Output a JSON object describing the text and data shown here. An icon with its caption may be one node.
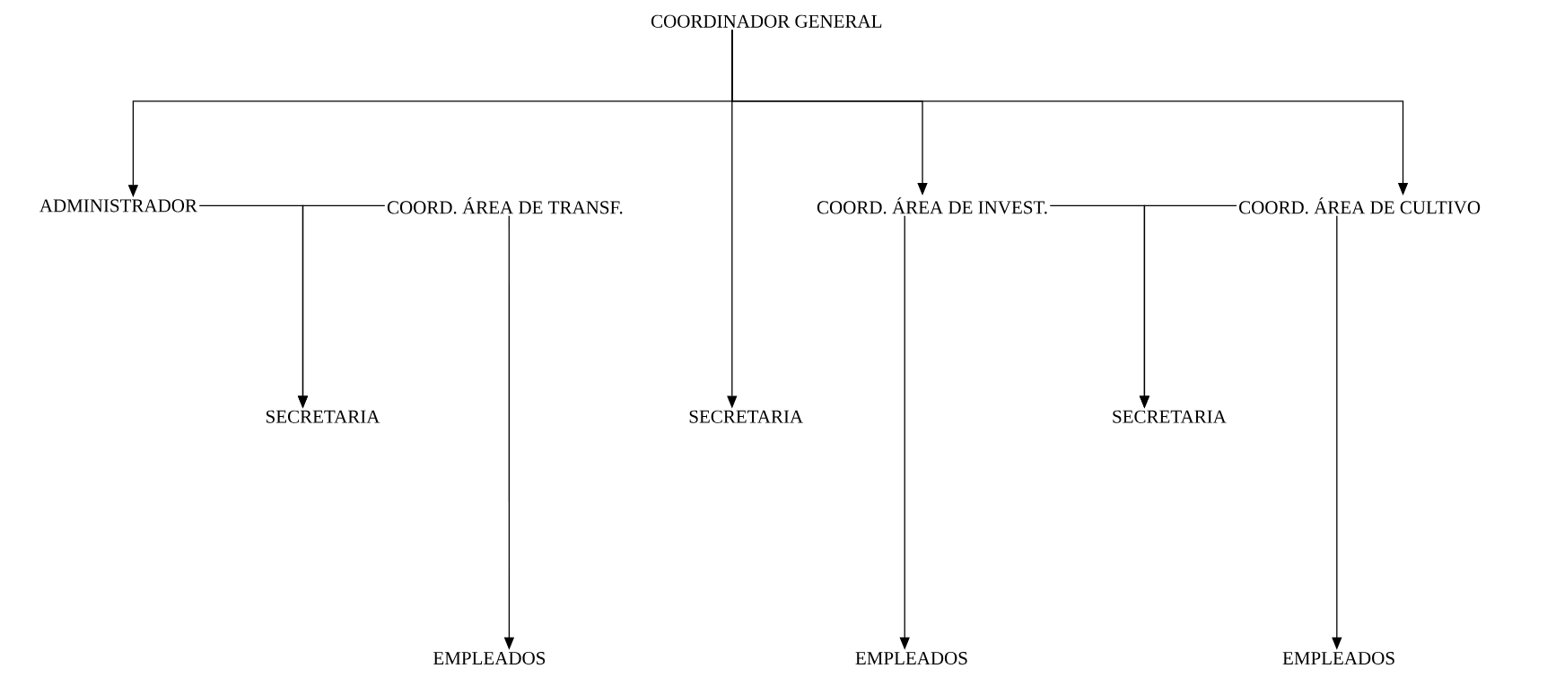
{
  "diagram": {
    "nodes": [
      {
        "text": [
          "COORDINADOR GENERAL"
        ]
      },
      {
        "text": [
          "ADMINISTRADOR"
        ]
      },
      {
        "text": [
          "COORD. ÁREA DE TRANSF."
        ]
      },
      {
        "text": [
          "COORD. ÁREA DE INVEST."
        ]
      },
      {
        "text": [
          "COORD. ÁREA DE CULTIVO"
        ]
      },
      {
        "text": [
          "SECRETARIA"
        ]
      },
      {
        "text": [
          "SECRETARIA"
        ]
      },
      {
        "text": [
          "SECRETARIA"
        ]
      },
      {
        "text": [
          "EMPLEADOS"
        ]
      },
      {
        "text": [
          "EMPLEADOS"
        ]
      },
      {
        "text": [
          "EMPLEADOS"
        ]
      }
    ],
    "edges": [
      {
        "from": 0,
        "to": 1,
        "arrow": "to"
      },
      {
        "from": 0,
        "to": 6,
        "arrow": "to"
      },
      {
        "from": 0,
        "to": 3,
        "arrow": "to"
      },
      {
        "from": 0,
        "to": 4,
        "arrow": "to"
      },
      {
        "from": 1,
        "to": 5,
        "arrow": "to"
      },
      {
        "from": 2,
        "to": 5,
        "arrow": "to"
      },
      {
        "from": 3,
        "to": 7,
        "arrow": "to"
      },
      {
        "from": 4,
        "to": 7,
        "arrow": "to"
      },
      {
        "from": 2,
        "to": 8,
        "arrow": "to"
      },
      {
        "from": 3,
        "to": 9,
        "arrow": "to"
      },
      {
        "from": 4,
        "to": 10,
        "arrow": "to"
      }
    ]
  }
}
